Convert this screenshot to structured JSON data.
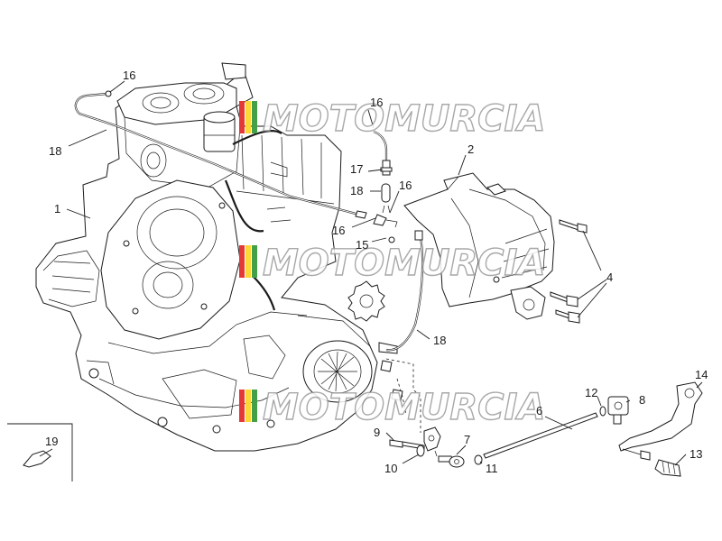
{
  "watermark": {
    "text": "MOTOMURCIA",
    "colors": {
      "red": "#e53935",
      "yellow": "#fdd835",
      "green": "#43a047",
      "outline": "#9a9a9a"
    }
  },
  "callouts": [
    {
      "id": "c1",
      "label": "1"
    },
    {
      "id": "c2",
      "label": "2"
    },
    {
      "id": "c4",
      "label": "4"
    },
    {
      "id": "c6",
      "label": "6"
    },
    {
      "id": "c7",
      "label": "7"
    },
    {
      "id": "c8",
      "label": "8"
    },
    {
      "id": "c9",
      "label": "9"
    },
    {
      "id": "c10",
      "label": "10"
    },
    {
      "id": "c11",
      "label": "11"
    },
    {
      "id": "c12",
      "label": "12"
    },
    {
      "id": "c13",
      "label": "13"
    },
    {
      "id": "c14",
      "label": "14"
    },
    {
      "id": "c15",
      "label": "15"
    },
    {
      "id": "c16a",
      "label": "16"
    },
    {
      "id": "c16b",
      "label": "16"
    },
    {
      "id": "c16c",
      "label": "16"
    },
    {
      "id": "c16d",
      "label": "16"
    },
    {
      "id": "c17",
      "label": "17"
    },
    {
      "id": "c18a",
      "label": "18"
    },
    {
      "id": "c18b",
      "label": "18"
    },
    {
      "id": "c18c",
      "label": "18"
    },
    {
      "id": "c19",
      "label": "19"
    }
  ]
}
